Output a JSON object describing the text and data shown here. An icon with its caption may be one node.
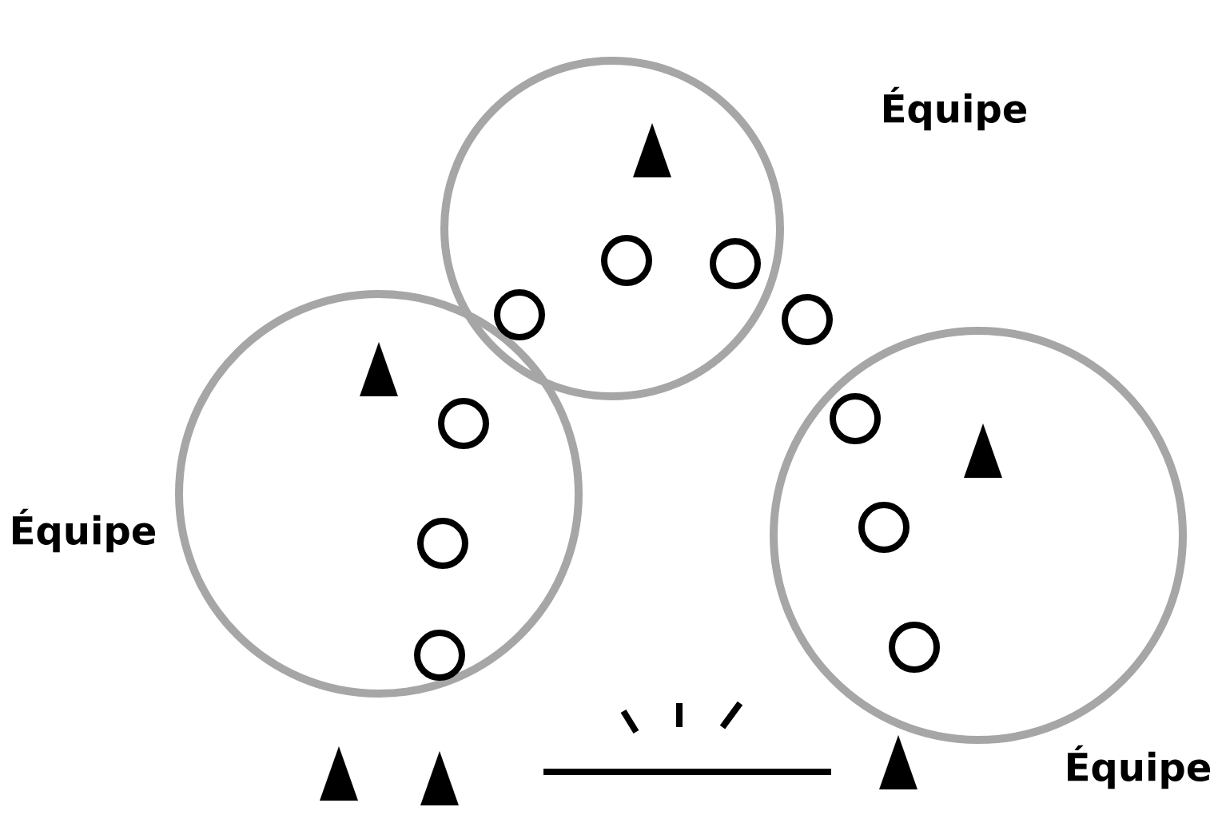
{
  "diagram": {
    "nodes": [
      {
        "text": [],
        "shape": "circle",
        "beside": [
          "Équipe"
        ]
      },
      {
        "text": [],
        "shape": "circle",
        "beside": [
          "Équipe"
        ]
      },
      {
        "text": [],
        "shape": "circle",
        "beside": [
          "Équipe"
        ]
      }
    ]
  }
}
